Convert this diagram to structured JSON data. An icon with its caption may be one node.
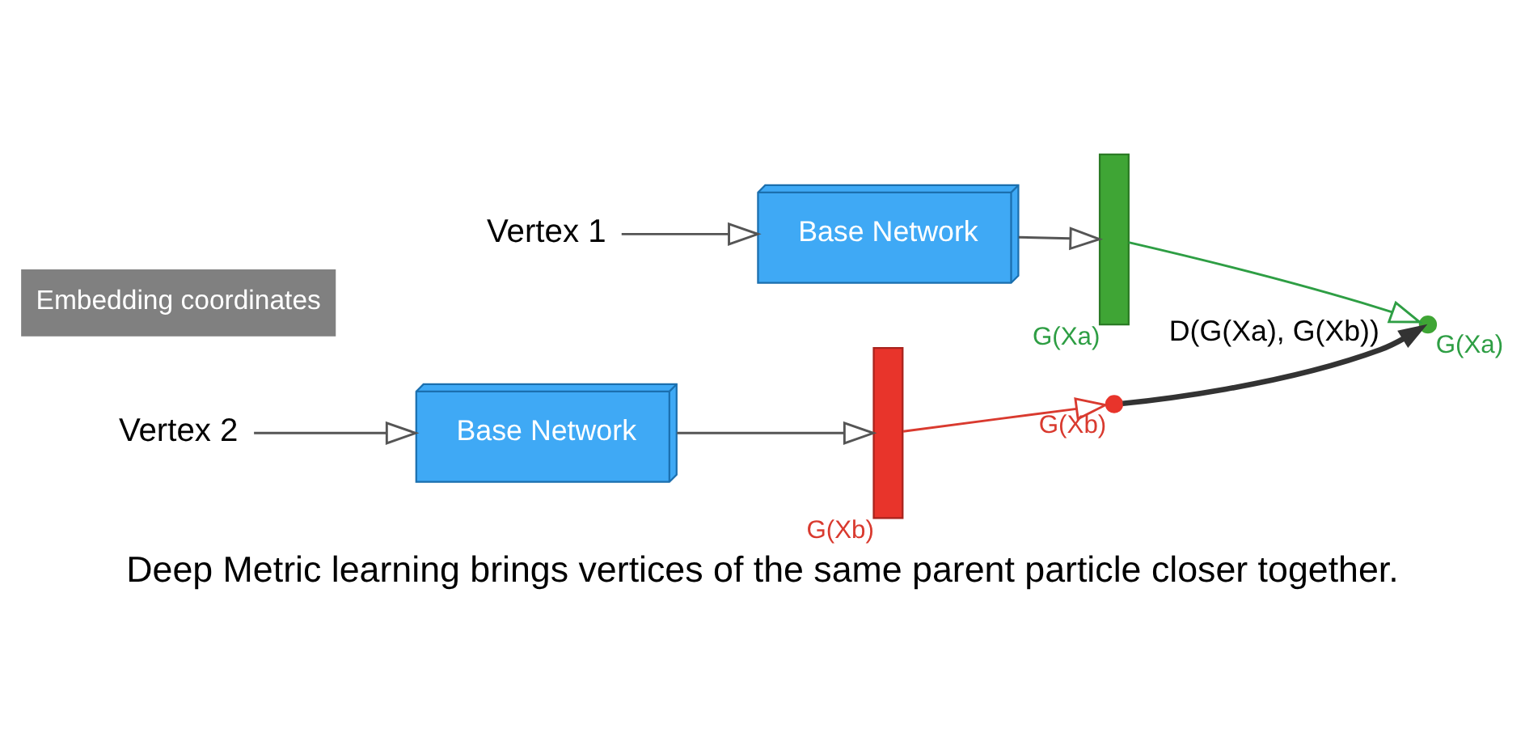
{
  "diagram": {
    "caption": "Deep Metric learning brings vertices of the same parent particle closer together.",
    "nodes": [
      {
        "text": [
          "Vertex 1"
        ]
      },
      {
        "text": [
          "Base Network"
        ]
      },
      {
        "text": [],
        "shape": "bar",
        "beside": [
          "G(Xa)"
        ]
      },
      {
        "text": [
          "Embedding coordinates"
        ]
      },
      {
        "text": [],
        "shape": "circle",
        "beside": [
          "G(Xa)"
        ]
      },
      {
        "text": [
          "Vertex 2"
        ]
      },
      {
        "text": [
          "Base Network"
        ]
      },
      {
        "text": [],
        "shape": "bar",
        "beside": [
          "G(Xb)"
        ]
      },
      {
        "text": [],
        "shape": "circle",
        "beside": [
          "G(Xb)"
        ]
      }
    ],
    "edges": [
      {
        "from": 0,
        "to": 1,
        "arrow": "to"
      },
      {
        "from": 1,
        "to": 2,
        "arrow": "to"
      },
      {
        "from": 5,
        "to": 6,
        "arrow": "to"
      },
      {
        "from": 6,
        "to": 7,
        "arrow": "to"
      },
      {
        "from": 2,
        "to": 4,
        "arrow": "to",
        "color": "#2e9e44"
      },
      {
        "from": 7,
        "to": 8,
        "arrow": "to",
        "color": "#d93a2f"
      },
      {
        "from": 8,
        "to": 4,
        "arrow": "to",
        "style": "thick",
        "color": "#333333",
        "label": "D(G(Xa), G(Xb))"
      }
    ]
  }
}
